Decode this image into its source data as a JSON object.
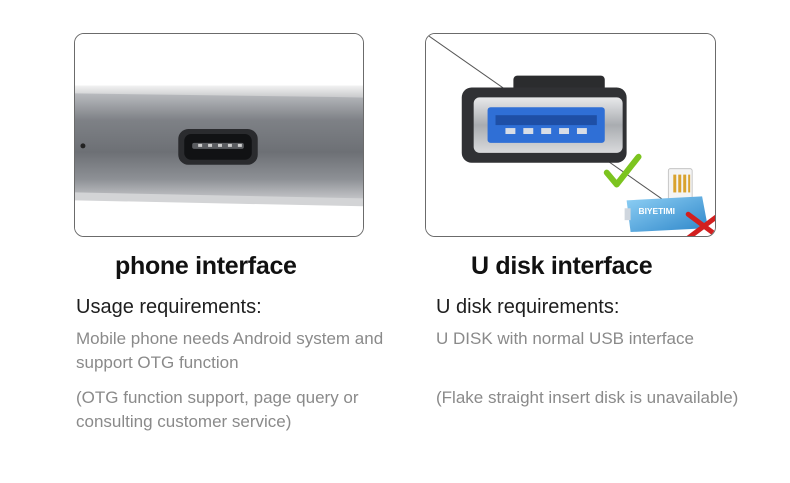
{
  "left": {
    "heading": "phone interface",
    "subheading": "Usage requirements:",
    "text1": "Mobile phone needs Android system and support OTG function",
    "text2": "(OTG function support, page query or consulting customer service)"
  },
  "right": {
    "heading": "U disk interface",
    "subheading": "U disk requirements:",
    "text1": "U DISK with normal USB interface",
    "text2": "(Flake straight insert disk is unavailable)",
    "flash_label": "BIYETIMI"
  },
  "colors": {
    "usb_blue": "#2f6fd6",
    "check_green": "#7cc41f",
    "cross_red": "#d21f1f",
    "phone_gray": "#8e9094",
    "flash_body_blue": "#4aa5e6"
  },
  "icons": {
    "ok": "checkmark-icon",
    "not_ok": "cross-icon"
  }
}
